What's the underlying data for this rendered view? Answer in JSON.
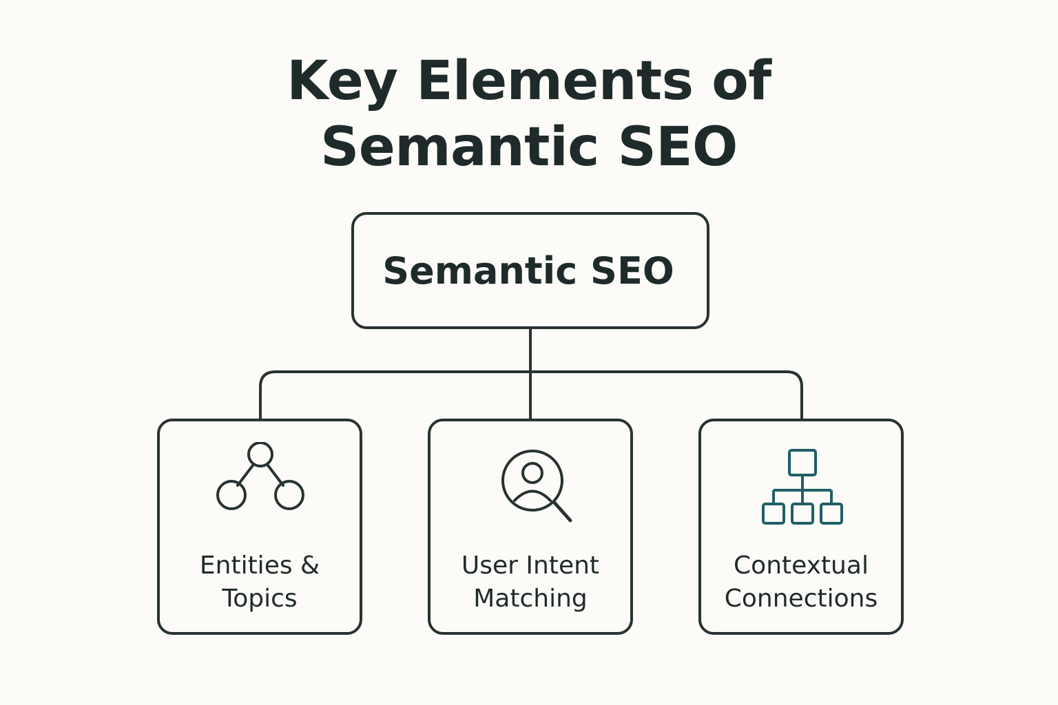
{
  "title": {
    "line1": "Key Elements of",
    "line2": "Semantic SEO"
  },
  "root": {
    "label": "Semantic SEO"
  },
  "children": [
    {
      "line1": "Entities &",
      "line2": "Topics",
      "icon": "network-nodes-icon"
    },
    {
      "line1": "User Intent",
      "line2": "Matching",
      "icon": "user-search-icon"
    },
    {
      "line1": "Contextual",
      "line2": "Connections",
      "icon": "hierarchy-icon"
    }
  ],
  "colors": {
    "background": "#fcfbf7",
    "stroke": "#283233",
    "text": "#1f2a2b",
    "accent": "#1f5f66"
  }
}
